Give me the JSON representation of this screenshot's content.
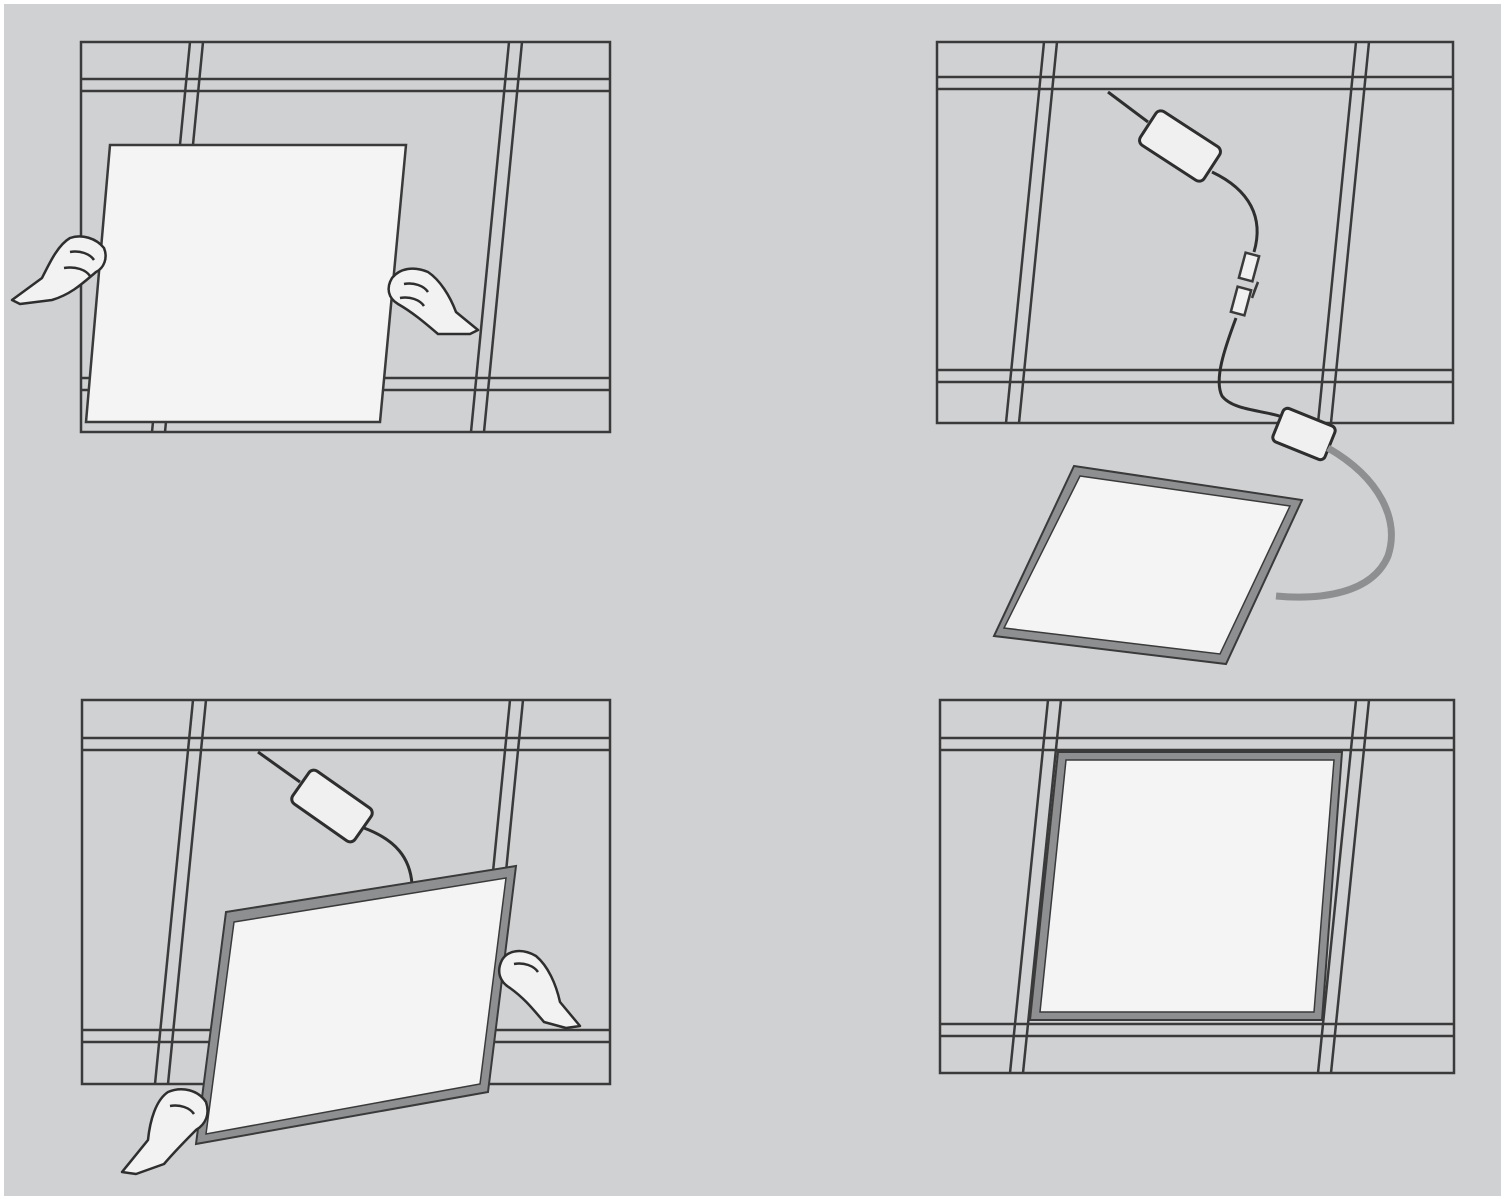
{
  "diagram": {
    "type": "installation-steps",
    "steps": [
      {
        "id": "step-1",
        "content": "insert-panel-into-ceiling-grid",
        "has_hands": true,
        "has_driver": false
      },
      {
        "id": "step-2",
        "content": "connect-driver-to-panel",
        "has_hands": false,
        "has_driver": true,
        "connectors": 2
      },
      {
        "id": "step-3",
        "content": "lift-connected-panel-into-grid",
        "has_hands": true,
        "has_driver": true
      },
      {
        "id": "step-4",
        "content": "panel-seated-in-grid",
        "has_hands": false,
        "has_driver": false
      }
    ]
  },
  "colors": {
    "page_background": "#ffffff",
    "panel_background": "#cfd1d3",
    "grid_line": "#3a3a3a",
    "light_panel_face": "#f3f4f3",
    "light_panel_frame": "#8d8f91",
    "driver_box": "#f0f0f0",
    "cable": "#2e2e2e",
    "hand_fill": "#f2f2f2"
  },
  "icons": [
    "hand-icon",
    "led-driver-icon",
    "cable-connector-icon",
    "led-panel-icon"
  ]
}
